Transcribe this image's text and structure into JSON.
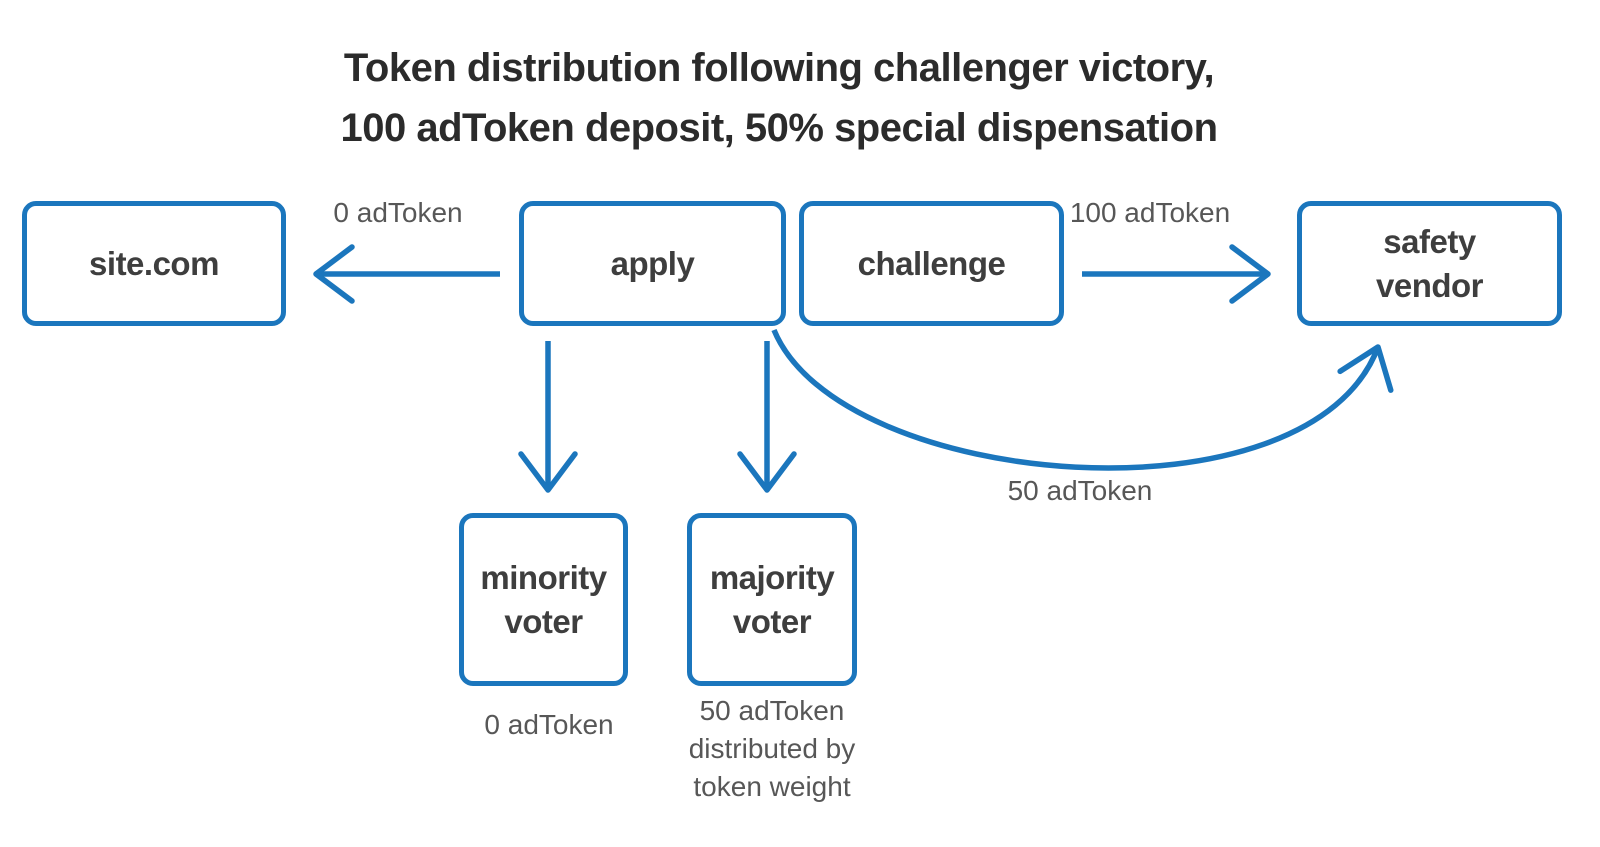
{
  "title": {
    "line1": "Token distribution following challenger victory,",
    "line2": "100 adToken deposit, 50% special dispensation",
    "full": "Token distribution following challenger victory,\n100 adToken deposit, 50% special dispensation"
  },
  "nodes": {
    "site_com": "site.com",
    "apply": "apply",
    "challenge": "challenge",
    "safety_vendor": "safety\nvendor",
    "minority_voter": "minority\nvoter",
    "majority_voter": "majority\nvoter"
  },
  "edge_labels": {
    "apply_to_site": "0 adToken",
    "challenge_to_vendor": "100 adToken",
    "apply_to_vendor_curve": "50 adToken"
  },
  "captions": {
    "minority_payout": "0 adToken",
    "majority_payout": "50 adToken\ndistributed by\ntoken weight"
  },
  "colors": {
    "accent_blue": "#1b76bd",
    "node_text": "#3e3e3e",
    "label_text": "#575757",
    "title_text": "#2b2b2b",
    "background": "#ffffff"
  }
}
